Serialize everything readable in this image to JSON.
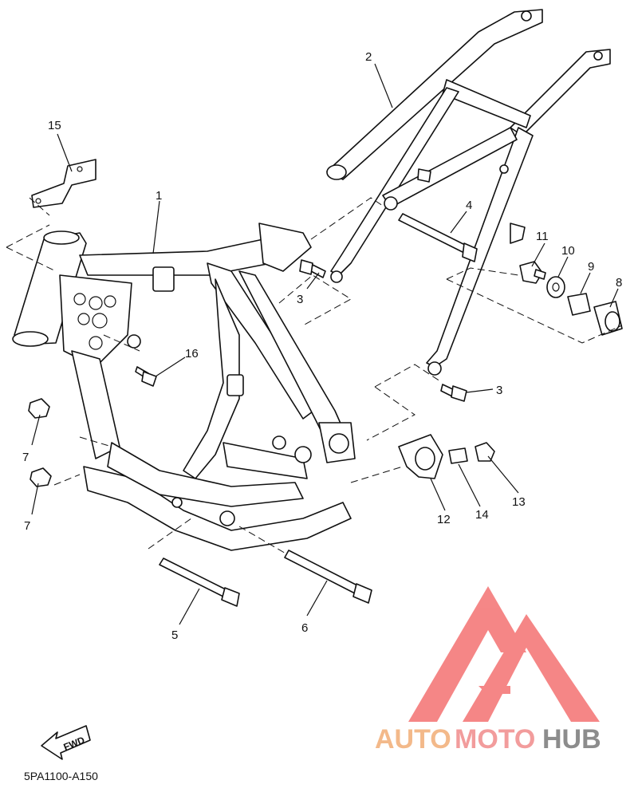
{
  "diagram": {
    "labels": [
      {
        "id": "l1",
        "text": "1"
      },
      {
        "id": "l2",
        "text": "2"
      },
      {
        "id": "l3a",
        "text": "3"
      },
      {
        "id": "l3b",
        "text": "3"
      },
      {
        "id": "l4",
        "text": "4"
      },
      {
        "id": "l5",
        "text": "5"
      },
      {
        "id": "l6",
        "text": "6"
      },
      {
        "id": "l7a",
        "text": "7"
      },
      {
        "id": "l7b",
        "text": "7"
      },
      {
        "id": "l8",
        "text": "8"
      },
      {
        "id": "l9",
        "text": "9"
      },
      {
        "id": "l10",
        "text": "10"
      },
      {
        "id": "l11",
        "text": "11"
      },
      {
        "id": "l12",
        "text": "12"
      },
      {
        "id": "l13",
        "text": "13"
      },
      {
        "id": "l14",
        "text": "14"
      },
      {
        "id": "l15",
        "text": "15"
      },
      {
        "id": "l16",
        "text": "16"
      }
    ],
    "fwd_label": "FWD",
    "reference_code": "5PA1100-A150"
  },
  "watermark": {
    "part1": "AUTO",
    "part2": "MOTO",
    "part3": "HUB",
    "colors": {
      "auto": "#f3b98a",
      "moto": "#f29c9c",
      "hub": "#8c8c8c",
      "logo": "#f47a7a"
    }
  }
}
